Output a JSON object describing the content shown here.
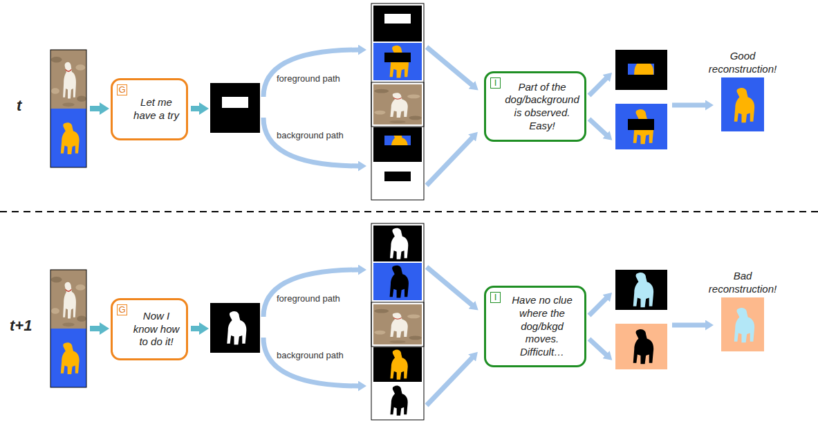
{
  "diagram": {
    "nodes": [
      {
        "text": [
          "G",
          "Let me have a try"
        ]
      },
      {
        "text": [
          "I",
          "Part of the dog/background is observed. Easy!"
        ]
      },
      {
        "text": [
          "G",
          "Now I know how to do it!"
        ]
      },
      {
        "text": [
          "I",
          "Have no clue where the dog/bkgd moves. Difficult…"
        ]
      }
    ],
    "labels": [
      "t",
      "foreground path",
      "background path",
      "Good reconstruction!",
      "t+1",
      "foreground path",
      "background path",
      "Bad reconstruction!"
    ]
  }
}
